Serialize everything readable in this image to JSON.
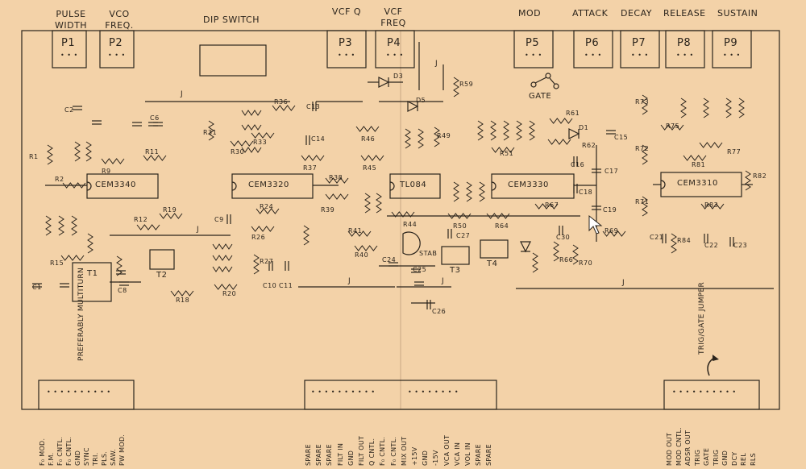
{
  "top_labels": {
    "pulse_width": "PULSE WIDTH",
    "vco_freq": "VCO FREQ.",
    "dip_switch": "DIP SWITCH",
    "vcf_q": "VCF Q",
    "vcf_freq": "VCF FREQ",
    "mod": "MOD",
    "attack": "ATTACK",
    "decay": "DECAY",
    "release": "RELEASE",
    "sustain": "SUSTAIN"
  },
  "pots": [
    "P1",
    "P2",
    "P3",
    "P4",
    "P5",
    "P6",
    "P7",
    "P8",
    "P9"
  ],
  "ics": {
    "cem3340": "CEM3340",
    "cem3320": "CEM3320",
    "tl084": "TL084",
    "cem3330": "CEM3330",
    "cem3310": "CEM3310"
  },
  "transistors": [
    "T1",
    "T2",
    "T3",
    "T4"
  ],
  "misc": {
    "gate": "GATE",
    "stab": "STAB",
    "preferably_multiturn": "PREFERABLY MULTITURN",
    "trig_gate_jumper": "TRIG/GATE JUMPER",
    "jumper": "J"
  },
  "resistors": {
    "r1": "R1",
    "r2": "R2",
    "r9": "R9",
    "r11": "R11",
    "r12": "R12",
    "r15": "R15",
    "r18": "R18",
    "r19": "R19",
    "r20": "R20",
    "r24": "R24",
    "r26": "R26",
    "r27": "R27",
    "r30": "R30",
    "r31": "R31",
    "r33": "R33",
    "r36": "R36",
    "r37": "R37",
    "r38": "R38",
    "r39": "R39",
    "r40": "R40",
    "r41": "R41",
    "r44": "R44",
    "r45": "R45",
    "r46": "R46",
    "r49": "R49",
    "r50": "R50",
    "r51": "R51",
    "r59": "R59",
    "r61": "R61",
    "r62": "R62",
    "r64": "R64",
    "r66": "R66",
    "r67": "R67",
    "r69": "R69",
    "r70": "R70",
    "r71": "R71",
    "r72": "R72",
    "r73": "R73",
    "r75": "R75",
    "r77": "R77",
    "r81": "R81",
    "r82": "R82",
    "r83": "R83",
    "r84": "R84"
  },
  "capacitors": {
    "c1": "C1",
    "c2": "C2",
    "c6": "C6",
    "c8": "C8",
    "c9": "C9",
    "c10": "C10",
    "c11": "C11",
    "c13": "C13",
    "c14": "C14",
    "c15": "C15",
    "c16": "C16",
    "c17": "C17",
    "c18": "C18",
    "c19": "C19",
    "c21": "C21",
    "c22": "C22",
    "c23": "C23",
    "c24": "C24",
    "c25": "C25",
    "c26": "C26",
    "c27": "C27",
    "c30": "C30"
  },
  "diodes": {
    "d1": "D1",
    "d3": "D3",
    "d5": "D5"
  },
  "connector_left_pins": [
    "F₀ MOD.",
    "F.M.",
    "F₀ CNTL.",
    "F₀ CNTL.",
    "GND",
    "SYNC",
    "TRI.",
    "PLS.",
    "SAW.",
    "PW MOD."
  ],
  "connector_mid_pins": [
    "SPARE",
    "SPARE",
    "SPARE",
    "FILT IN",
    "GND",
    "FILT OUT",
    "Q CNTL.",
    "F₀ CNTL.",
    "F₀ CNTL.",
    "MIX OUT",
    "+15V",
    "GND",
    "-15V",
    "VCA OUT",
    "VCA IN",
    "VOL IN",
    "SPARE",
    "SPARE"
  ],
  "connector_right_pins": [
    "MOD OUT",
    "MOD CNTL.",
    "ADSR OUT",
    "TRIG",
    "GATE",
    "TRIG",
    "GND",
    "DCY",
    "REL",
    "RLS"
  ]
}
